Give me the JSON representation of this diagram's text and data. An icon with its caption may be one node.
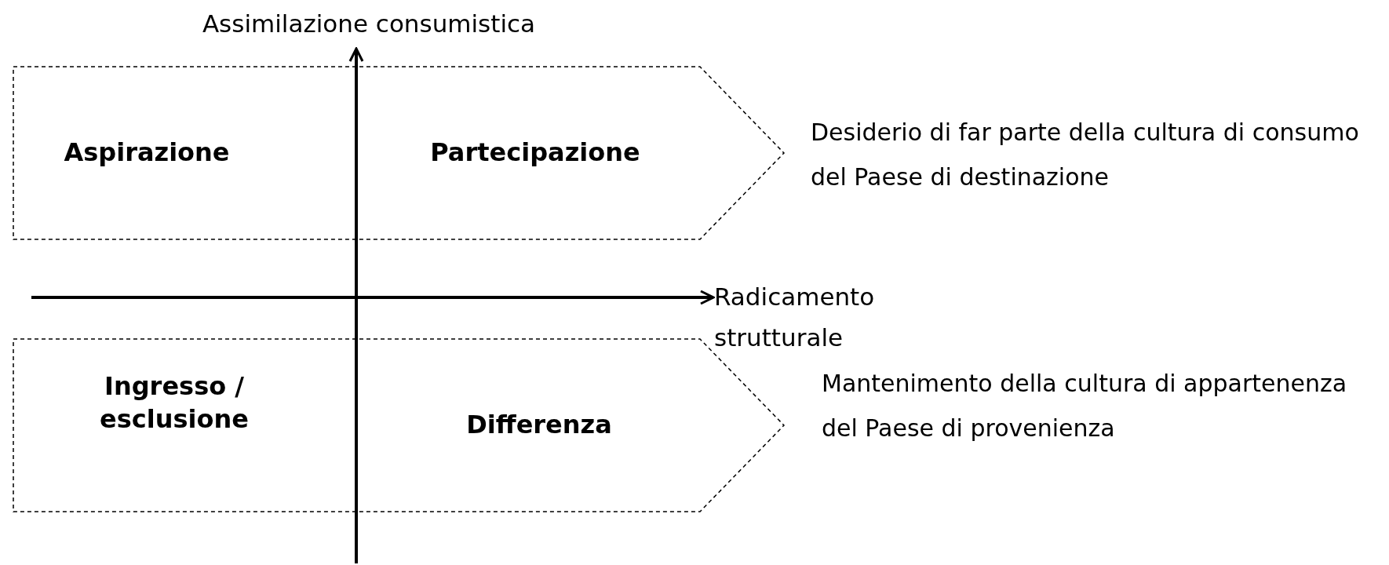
{
  "diagram": {
    "nodes": [
      {
        "text": [
          "Aspirazione",
          "Partecipazione"
        ],
        "beside": [
          "Desiderio di far parte della cultura di consumo del Paese di destinazione"
        ]
      },
      {
        "text": [
          "Ingresso / esclusione",
          "Differenza"
        ],
        "beside": [
          "Mantenimento della cultura di appartenenza del Paese di provenienza"
        ]
      }
    ],
    "edges": [],
    "labels": [
      "Assimilazione consumistica",
      "Radicamento strutturale"
    ]
  }
}
